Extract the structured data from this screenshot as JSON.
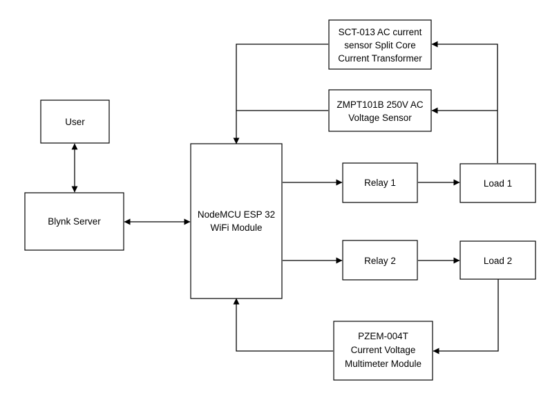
{
  "blocks": {
    "user": {
      "label": "User"
    },
    "blynk_server": {
      "label": "Blynk Server"
    },
    "nodemcu": {
      "lines": [
        "NodeMCU ESP 32",
        "WiFi Module"
      ]
    },
    "sct013": {
      "lines": [
        "SCT-013 AC current",
        "sensor Split Core",
        "Current Transformer"
      ]
    },
    "zmpt101b": {
      "lines": [
        "ZMPT101B 250V AC",
        "Voltage Sensor"
      ]
    },
    "relay1": {
      "label": "Relay 1"
    },
    "relay2": {
      "label": "Relay 2"
    },
    "load1": {
      "label": "Load 1"
    },
    "load2": {
      "label": "Load 2"
    },
    "pzem": {
      "lines": [
        "PZEM-004T",
        "Current Voltage",
        "Multimeter Module"
      ]
    }
  },
  "connections": [
    {
      "from": "user",
      "to": "blynk_server",
      "direction": "both"
    },
    {
      "from": "blynk_server",
      "to": "nodemcu",
      "direction": "both"
    },
    {
      "from": "nodemcu",
      "to": "relay1",
      "direction": "forward"
    },
    {
      "from": "relay1",
      "to": "load1",
      "direction": "forward"
    },
    {
      "from": "nodemcu",
      "to": "relay2",
      "direction": "forward"
    },
    {
      "from": "relay2",
      "to": "load2",
      "direction": "forward"
    },
    {
      "from": "load1",
      "to": "sct013",
      "direction": "forward"
    },
    {
      "from": "load1",
      "to": "zmpt101b",
      "direction": "forward"
    },
    {
      "from": "sct013",
      "to": "nodemcu",
      "direction": "forward"
    },
    {
      "from": "zmpt101b",
      "to": "nodemcu",
      "direction": "forward"
    },
    {
      "from": "load2",
      "to": "pzem",
      "direction": "forward"
    },
    {
      "from": "pzem",
      "to": "nodemcu",
      "direction": "forward"
    }
  ]
}
